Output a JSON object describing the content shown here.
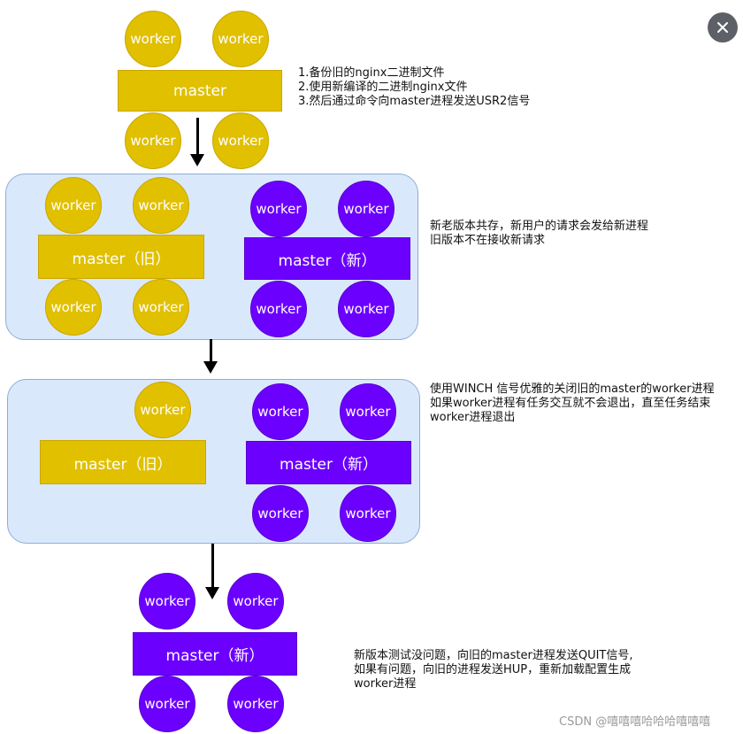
{
  "stage1": {
    "workers_top": [
      "worker",
      "worker"
    ],
    "master": "master",
    "workers_bottom": [
      "worker",
      "worker"
    ],
    "notes": [
      "1.备份旧的nginx二进制文件",
      "2.使用新编译的二进制nginx文件",
      "3.然后通过命令向master进程发送USR2信号"
    ]
  },
  "stage2": {
    "old": {
      "workers_top": [
        "worker",
        "worker"
      ],
      "master": "master（旧）",
      "workers_bottom": [
        "worker",
        "worker"
      ]
    },
    "new": {
      "workers_top": [
        "worker",
        "worker"
      ],
      "master": "master（新）",
      "workers_bottom": [
        "worker",
        "worker"
      ]
    },
    "notes": [
      "新老版本共存，新用户的请求会发给新进程",
      "旧版本不在接收新请求"
    ]
  },
  "stage3": {
    "old": {
      "workers_top": [
        "worker"
      ],
      "master": "master（旧）"
    },
    "new": {
      "workers_top": [
        "worker",
        "worker"
      ],
      "master": "master（新）",
      "workers_bottom": [
        "worker",
        "worker"
      ]
    },
    "notes": [
      "使用WINCH 信号优雅的关闭旧的master的worker进程",
      "如果worker进程有任务交互就不会退出，直至任务结束",
      "worker进程退出"
    ]
  },
  "stage4": {
    "workers_top": [
      "worker",
      "worker"
    ],
    "master": "master（新）",
    "workers_bottom": [
      "worker",
      "worker"
    ],
    "notes": [
      "新版本测试没问题，向旧的master进程发送QUIT信号,",
      "如果有问题，向旧的进程发送HUP，重新加载配置生成",
      "worker进程"
    ]
  },
  "watermark": "CSDN @嘻嘻嘻哈哈哈嘻嘻嘻",
  "icons": {
    "close": "close-icon",
    "arrow": "arrow-down-icon"
  },
  "colors": {
    "old": "#e1c000",
    "new": "#6c00ff",
    "panel": "#dae8fc"
  }
}
